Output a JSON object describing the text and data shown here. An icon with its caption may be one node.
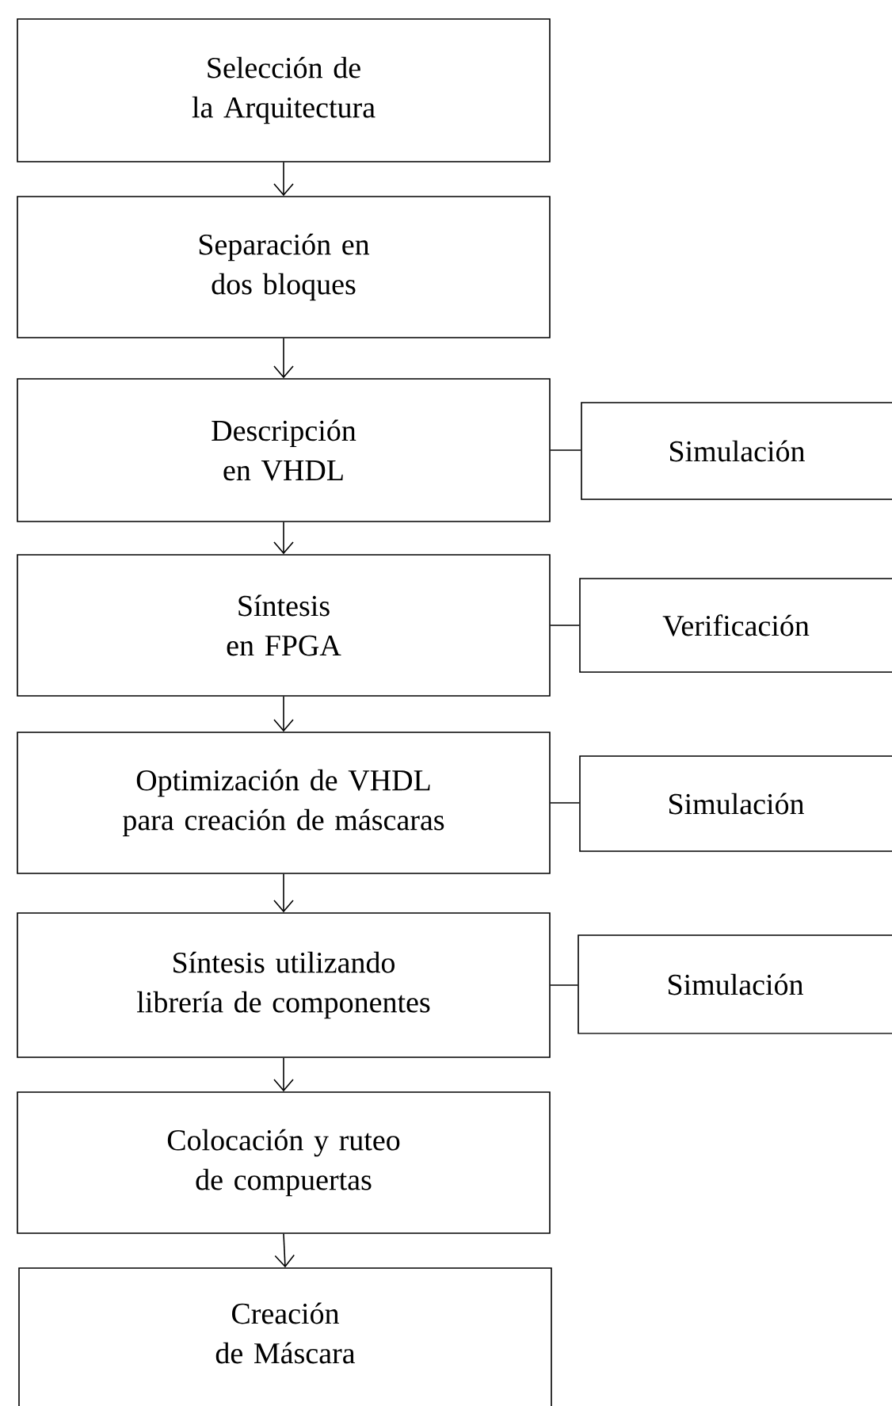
{
  "diagram": {
    "nodes": [
      {
        "text": [
          "Selección de la Arquitectura"
        ]
      },
      {
        "text": [
          "Separación en dos bloques"
        ]
      },
      {
        "text": [
          "Descripción en VHDL"
        ]
      },
      {
        "text": [
          "Simulación"
        ]
      },
      {
        "text": [
          "Síntesis en FPGA"
        ]
      },
      {
        "text": [
          "Verificación"
        ]
      },
      {
        "text": [
          "Optimización de VHDL para creación de máscaras"
        ]
      },
      {
        "text": [
          "Simulación"
        ]
      },
      {
        "text": [
          "Síntesis utilizando librería de componentes"
        ]
      },
      {
        "text": [
          "Simulación"
        ]
      },
      {
        "text": [
          "Colocación y ruteo de compuertas"
        ]
      },
      {
        "text": [
          "Creación de Máscara"
        ]
      }
    ],
    "edges": [
      {
        "from": 0,
        "to": 1,
        "arrow": "to"
      },
      {
        "from": 1,
        "to": 2,
        "arrow": "to"
      },
      {
        "from": 2,
        "to": 3,
        "arrow": "none"
      },
      {
        "from": 2,
        "to": 4,
        "arrow": "to"
      },
      {
        "from": 4,
        "to": 5,
        "arrow": "none"
      },
      {
        "from": 4,
        "to": 6,
        "arrow": "to"
      },
      {
        "from": 6,
        "to": 7,
        "arrow": "none"
      },
      {
        "from": 6,
        "to": 8,
        "arrow": "to"
      },
      {
        "from": 8,
        "to": 9,
        "arrow": "none"
      },
      {
        "from": 8,
        "to": 10,
        "arrow": "to"
      },
      {
        "from": 10,
        "to": 11,
        "arrow": "to"
      }
    ]
  }
}
